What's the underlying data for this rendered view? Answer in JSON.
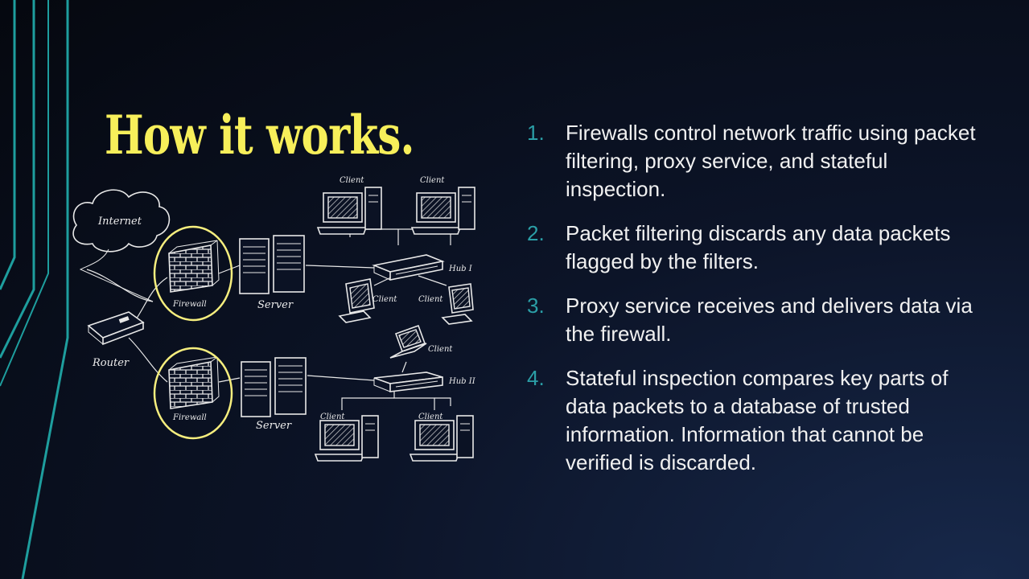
{
  "slide": {
    "title": "How it works.",
    "accent_color": "#1e9e9e",
    "title_color": "#f7ef5a",
    "number_color": "#2b9fa7"
  },
  "diagram": {
    "labels": {
      "internet": "Internet",
      "firewall_top": "Firewall",
      "firewall_bottom": "Firewall",
      "server_top": "Server",
      "server_bottom": "Server",
      "router": "Router",
      "hub1": "Hub I",
      "hub2": "Hub II",
      "client_top_left": "Client",
      "client_top_right": "Client",
      "client_mid_left": "Client",
      "client_mid_right": "Client",
      "client_laptop": "Client",
      "client_bottom_left": "Client",
      "client_bottom_right": "Client"
    },
    "highlight_color": "#f6ee7e"
  },
  "points": [
    {
      "num": "1.",
      "text": "Firewalls control network traffic using packet filtering, proxy service, and stateful inspection."
    },
    {
      "num": "2.",
      "text": "Packet filtering discards any data packets flagged by the filters."
    },
    {
      "num": "3.",
      "text": "Proxy service receives and delivers data via the firewall."
    },
    {
      "num": "4.",
      "text": "Stateful inspection compares key parts of data packets to a database of trusted information. Information that cannot be verified is discarded."
    }
  ]
}
